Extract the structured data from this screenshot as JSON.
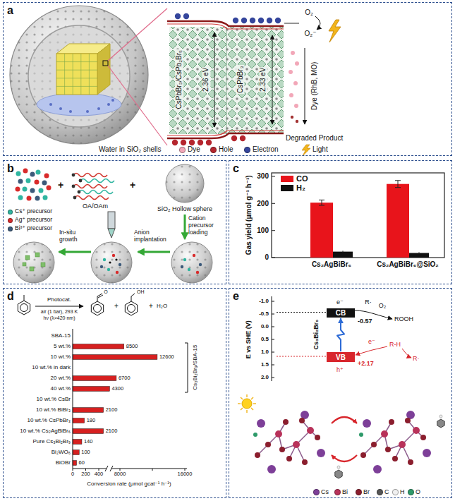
{
  "diagram": {
    "nodes": [
      {
        "text": [
          "a"
        ]
      },
      {
        "text": [
          "b"
        ]
      },
      {
        "text": [
          "c"
        ]
      },
      {
        "text": [
          "d"
        ]
      },
      {
        "text": [
          "e"
        ]
      },
      {
        "text": [
          "CB"
        ],
        "in": 4
      },
      {
        "text": [
          "VB"
        ],
        "in": 4
      }
    ],
    "edges": [
      {
        "from": 6,
        "to": 5,
        "arrow": "to"
      }
    ],
    "labels": [
      "CsPbBr₃/CsPb₂Br₅",
      "2.36 eV",
      "CsPbBr₃",
      "2.33 eV",
      "O₂",
      "O₂⁻",
      "Dye (RhB, MO)",
      "Degraded Product",
      "Water in SiO₂ shells",
      "+",
      "OA/OAm",
      "+",
      "SiO₂ Hollow sphere",
      "Cation precursor loading",
      "Anion implantation",
      "In-situ growth",
      "Gas yield (μmol g⁻¹ h⁻¹)",
      "0",
      "100",
      "200",
      "300",
      "Cs₂AgBiBr₆",
      "Cs₂AgBiBr₆@SiO₂",
      "Photocat.",
      "air (1 bar), 293 K",
      "hν (λ>420 nm)",
      "+",
      "+",
      "H₂O",
      "SBA-15",
      "5 wt.%",
      "10 wt.%",
      "10 wt.% in dark",
      "20 wt.%",
      "40 wt.%",
      "10 wt.% CsBr",
      "10 wt.% BiBr₃",
      "10 wt.% CsPbBr₃",
      "10 wt.% Cs₂AgBiBr₆",
      "Pure Cs₃Bi₂Br₉",
      "Bi₂WO₆",
      "BiOBr",
      "8500",
      "12600",
      "6700",
      "4300",
      "2100",
      "180",
      "2100",
      "140",
      "100",
      "60",
      "Cs₃Bi₂Br₉/SBA-15",
      "0",
      "200",
      "400",
      "8000",
      "16000",
      "Conversion rate (μmol gcat⁻¹ h⁻¹)",
      "O",
      "OH",
      "E vs SHE (V)",
      "-1.0",
      "-0.5",
      "0.0",
      "0.5",
      "1.0",
      "1.5",
      "2.0",
      "e⁻",
      "-0.57",
      "+2.17",
      "h⁺",
      "Cs₃Bi₂Br₉",
      "R·",
      "O₂",
      "ROOH",
      "R-H",
      "R·",
      "e⁻"
    ],
    "legend": [
      {
        "text": "Dye",
        "color": "#f2a7b8"
      },
      {
        "text": "Hole",
        "color": "#b5262e"
      },
      {
        "text": "Electron",
        "color": "#35469c"
      },
      {
        "text": "Light"
      },
      {
        "text": "Cs⁺ precursor",
        "color": "#2fb5a0"
      },
      {
        "text": "Ag⁺ precursor",
        "color": "#d92b2b"
      },
      {
        "text": "Bi³⁺ precursor",
        "color": "#3c5a7a"
      },
      {
        "text": "CO",
        "color": "#e8141b"
      },
      {
        "text": "H₂",
        "color": "#111111"
      },
      {
        "text": "Cs",
        "color": "#7d3f98"
      },
      {
        "text": "Bi",
        "color": "#b8325a"
      },
      {
        "text": "Br",
        "color": "#8b1e2e"
      },
      {
        "text": "C",
        "color": "#555555"
      },
      {
        "text": "H",
        "color": "#f0f0f0"
      },
      {
        "text": "O",
        "color": "#2e9a6a"
      }
    ]
  }
}
